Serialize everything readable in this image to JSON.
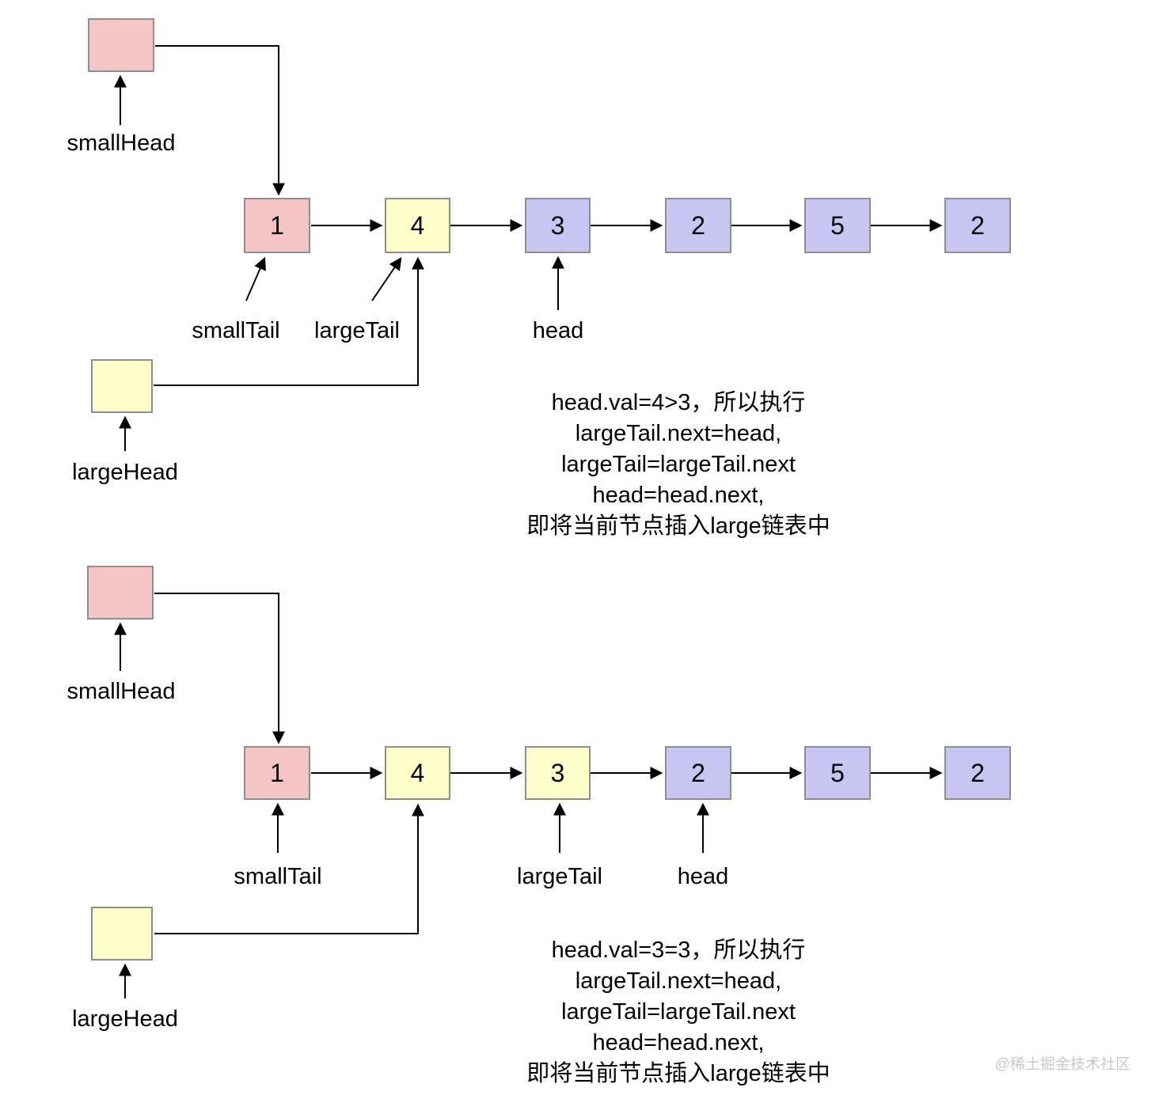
{
  "colors": {
    "pink": "#f4c5c5",
    "yellow": "#feffca",
    "purple": "#c9c5f2",
    "node_border": "#8e8e8e",
    "line": "#000000",
    "watermark_gray": "#c9c9c9"
  },
  "step1": {
    "pointers": {
      "small_head": "smallHead",
      "small_tail": "smallTail",
      "large_tail": "largeTail",
      "head": "head",
      "large_head": "largeHead"
    },
    "nodes": [
      {
        "value": "1",
        "color": "#f4c5c5"
      },
      {
        "value": "4",
        "color": "#feffca"
      },
      {
        "value": "3",
        "color": "#c9c5f2"
      },
      {
        "value": "2",
        "color": "#c9c5f2"
      },
      {
        "value": "5",
        "color": "#c9c5f2"
      },
      {
        "value": "2",
        "color": "#c9c5f2"
      }
    ],
    "caption": [
      "head.val=4>3，所以执行",
      "largeTail.next=head,",
      "largeTail=largeTail.next",
      "head=head.next,",
      "即将当前节点插入large链表中"
    ]
  },
  "step2": {
    "pointers": {
      "small_head": "smallHead",
      "small_tail": "smallTail",
      "large_tail": "largeTail",
      "head": "head",
      "large_head": "largeHead"
    },
    "nodes": [
      {
        "value": "1",
        "color": "#f4c5c5"
      },
      {
        "value": "4",
        "color": "#feffca"
      },
      {
        "value": "3",
        "color": "#feffca"
      },
      {
        "value": "2",
        "color": "#c9c5f2"
      },
      {
        "value": "5",
        "color": "#c9c5f2"
      },
      {
        "value": "2",
        "color": "#c9c5f2"
      }
    ],
    "caption": [
      "head.val=3=3，所以执行",
      "largeTail.next=head,",
      "largeTail=largeTail.next",
      "head=head.next,",
      "即将当前节点插入large链表中"
    ]
  },
  "watermark": "@稀土掘金技术社区"
}
